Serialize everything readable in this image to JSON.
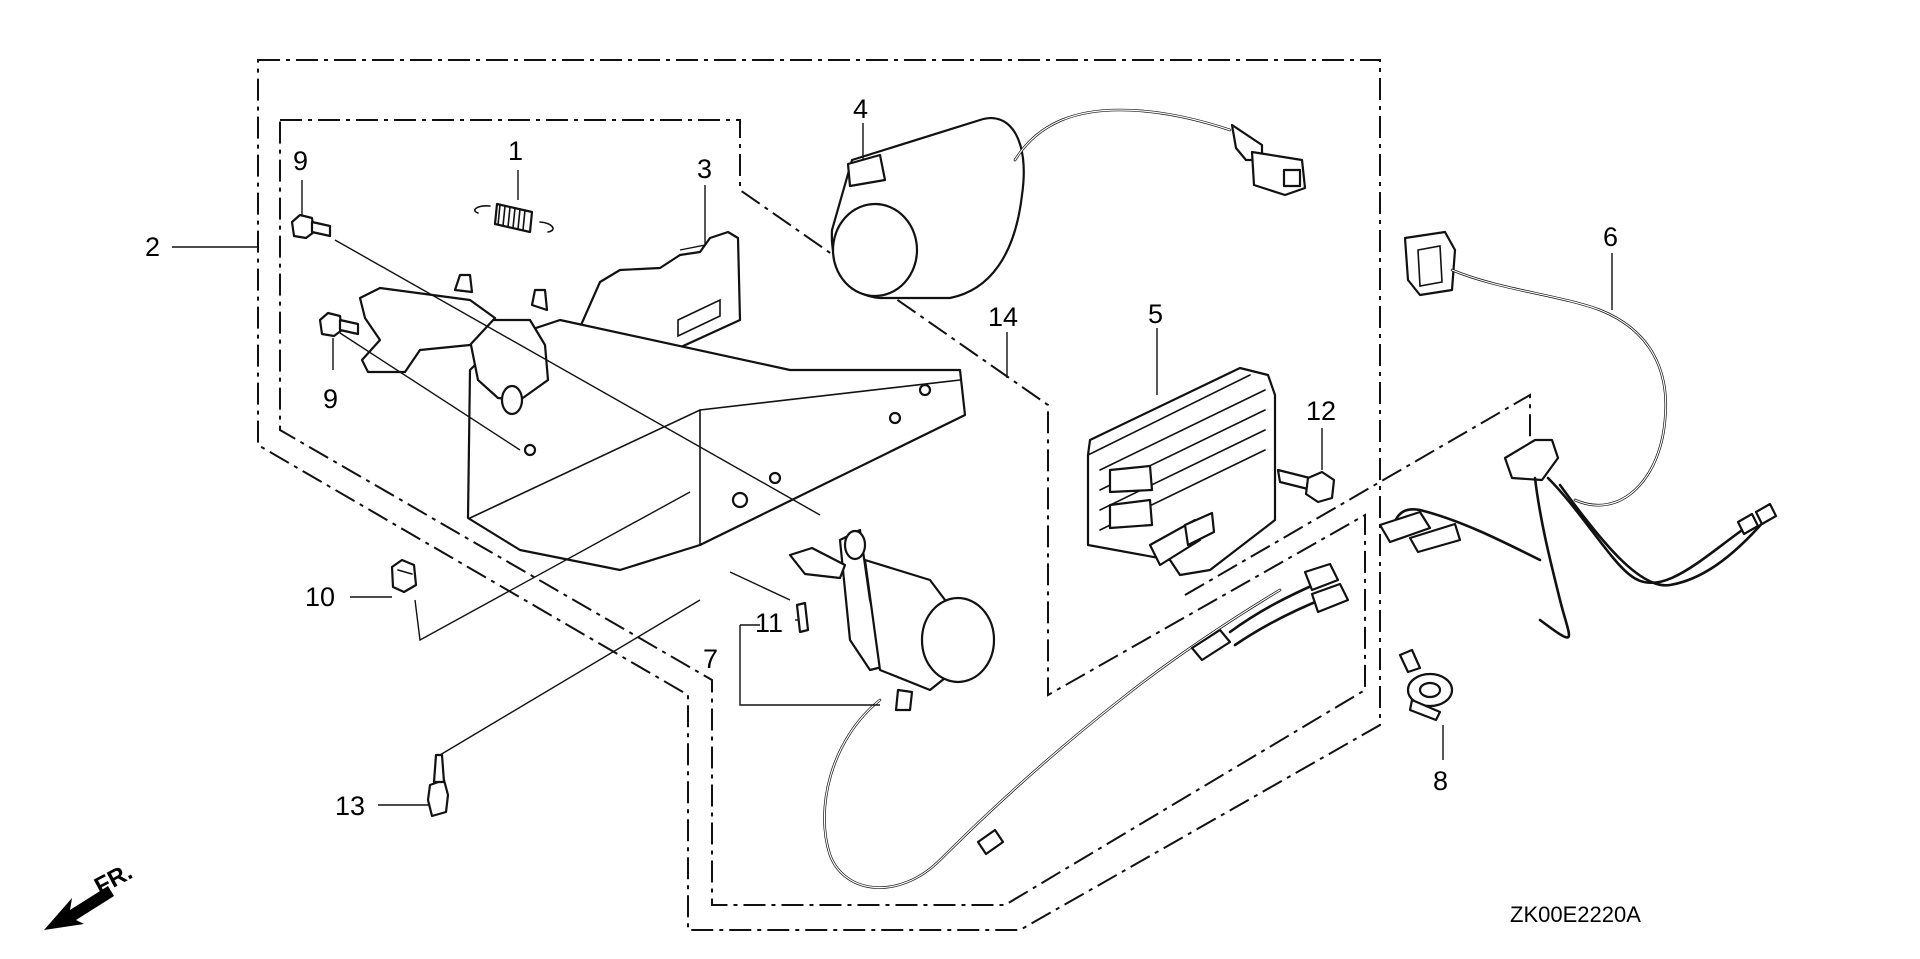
{
  "callouts": {
    "c1": "1",
    "c2": "2",
    "c3": "3",
    "c4": "4",
    "c5": "5",
    "c6": "6",
    "c7": "7",
    "c8": "8",
    "c9a": "9",
    "c9b": "9",
    "c10": "10",
    "c11": "11",
    "c12": "12",
    "c13": "13",
    "c14": "14"
  },
  "direction_label": "FR.",
  "drawing_code": "ZK00E2220A"
}
